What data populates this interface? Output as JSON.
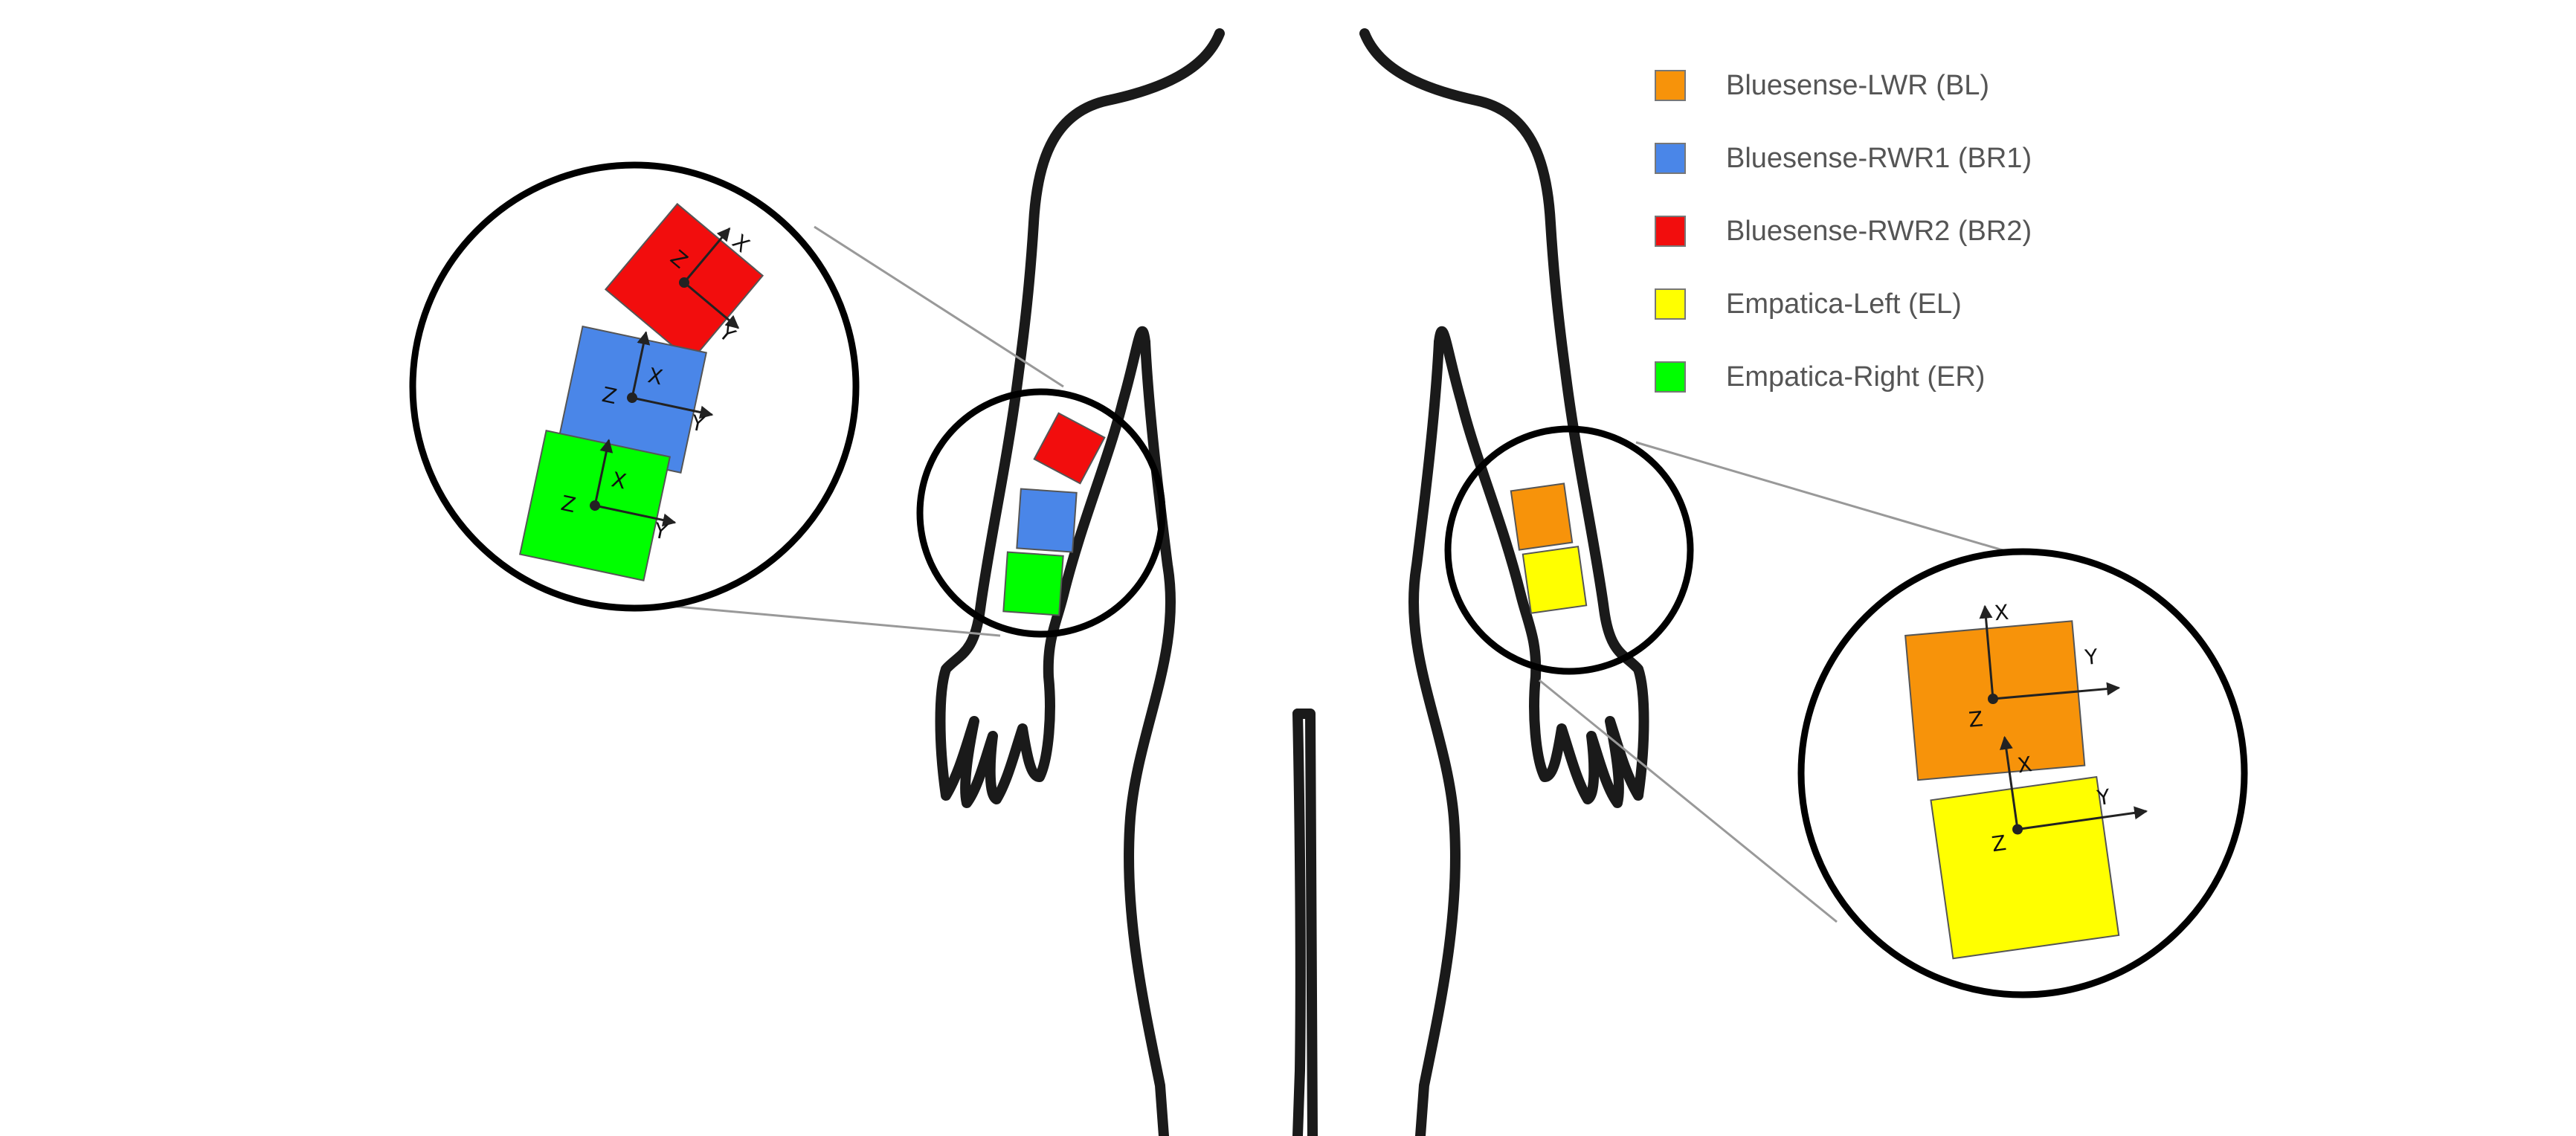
{
  "legend": [
    {
      "label": "Bluesense-LWR (BL)",
      "color": "#f7930a"
    },
    {
      "label": "Bluesense-RWR1 (BR1)",
      "color": "#4a86e8"
    },
    {
      "label": "Bluesense-RWR2 (BR2)",
      "color": "#f20d0d"
    },
    {
      "label": "Empatica-Left (EL)",
      "color": "#ffff00"
    },
    {
      "label": "Empatica-Right (ER)",
      "color": "#00ff00"
    }
  ],
  "axis_labels": {
    "x": "X",
    "y": "Y",
    "z": "Z"
  },
  "colors": {
    "outline": "#1a1a1a",
    "callout_line": "#999999",
    "arrow": "#222222"
  }
}
